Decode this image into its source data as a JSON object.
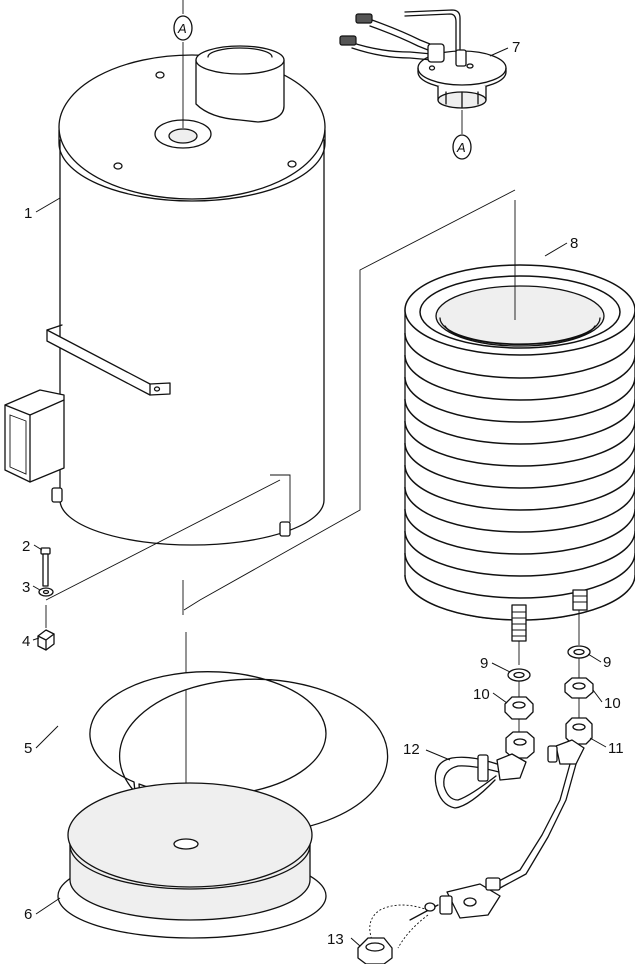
{
  "diagram": {
    "connector_mark": "A",
    "parts": [
      {
        "id": "1",
        "label": "1"
      },
      {
        "id": "2",
        "label": "2"
      },
      {
        "id": "3",
        "label": "3"
      },
      {
        "id": "4",
        "label": "4"
      },
      {
        "id": "5",
        "label": "5"
      },
      {
        "id": "6",
        "label": "6"
      },
      {
        "id": "7",
        "label": "7"
      },
      {
        "id": "8",
        "label": "8"
      },
      {
        "id": "9a",
        "label": "9"
      },
      {
        "id": "9b",
        "label": "9"
      },
      {
        "id": "10a",
        "label": "10"
      },
      {
        "id": "10b",
        "label": "10"
      },
      {
        "id": "11",
        "label": "11"
      },
      {
        "id": "12",
        "label": "12"
      },
      {
        "id": "13",
        "label": "13"
      }
    ]
  }
}
